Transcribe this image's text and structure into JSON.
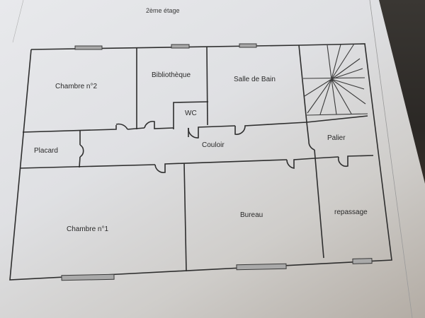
{
  "document": {
    "title": "2ème étage"
  },
  "rooms": {
    "chambre2": "Chambre n°2",
    "bibliotheque": "Bibliothèque",
    "wc": "WC",
    "salle_de_bain": "Salle de Bain",
    "placard": "Placard",
    "couloir": "Couloir",
    "palier": "Palier",
    "chambre1": "Chambre n°1",
    "bureau": "Bureau",
    "repassage": "repassage"
  },
  "colors": {
    "wall": "#2e2e2e",
    "window": "#a9a9a9",
    "paper": "#e3e4e7"
  }
}
